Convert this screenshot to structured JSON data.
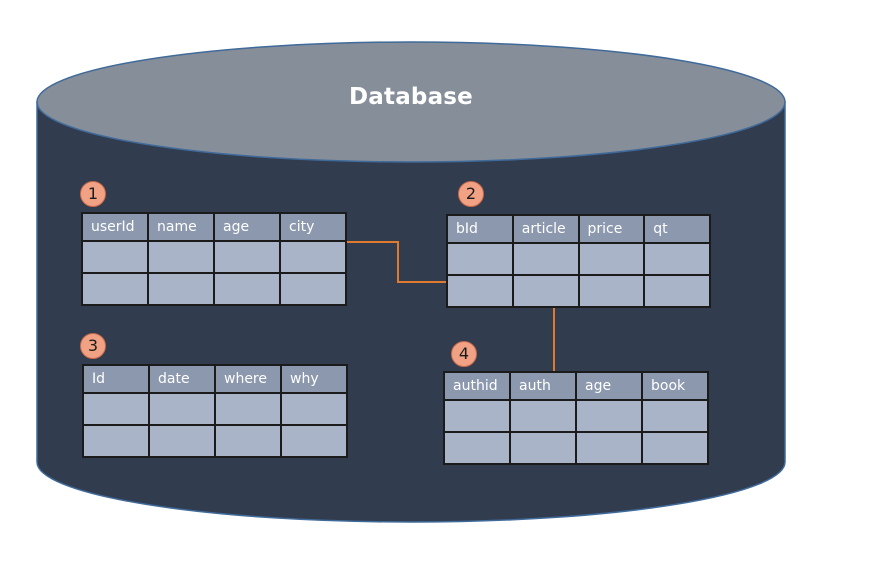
{
  "diagram": {
    "title": "Database",
    "colors": {
      "cylinder_body": "#323c4f",
      "cylinder_top": "#868e9a",
      "cylinder_outline": "#3f6a99",
      "header_cell": "#8b98ae",
      "body_cell": "#aab4c8",
      "badge_fill": "#f1a184",
      "connector": "#e07a2f"
    },
    "tables": [
      {
        "badge": "1",
        "columns": [
          "userId",
          "name",
          "age",
          "city"
        ],
        "empty_rows": 2
      },
      {
        "badge": "2",
        "columns": [
          "bId",
          "article",
          "price",
          "qt"
        ],
        "empty_rows": 2
      },
      {
        "badge": "3",
        "columns": [
          "Id",
          "date",
          "where",
          "why"
        ],
        "empty_rows": 2
      },
      {
        "badge": "4",
        "columns": [
          "authid",
          "auth",
          "age",
          "book"
        ],
        "empty_rows": 2
      }
    ],
    "relationships": [
      {
        "from_table": "1",
        "to_table": "2"
      },
      {
        "from_table": "2",
        "to_table": "4"
      }
    ]
  }
}
